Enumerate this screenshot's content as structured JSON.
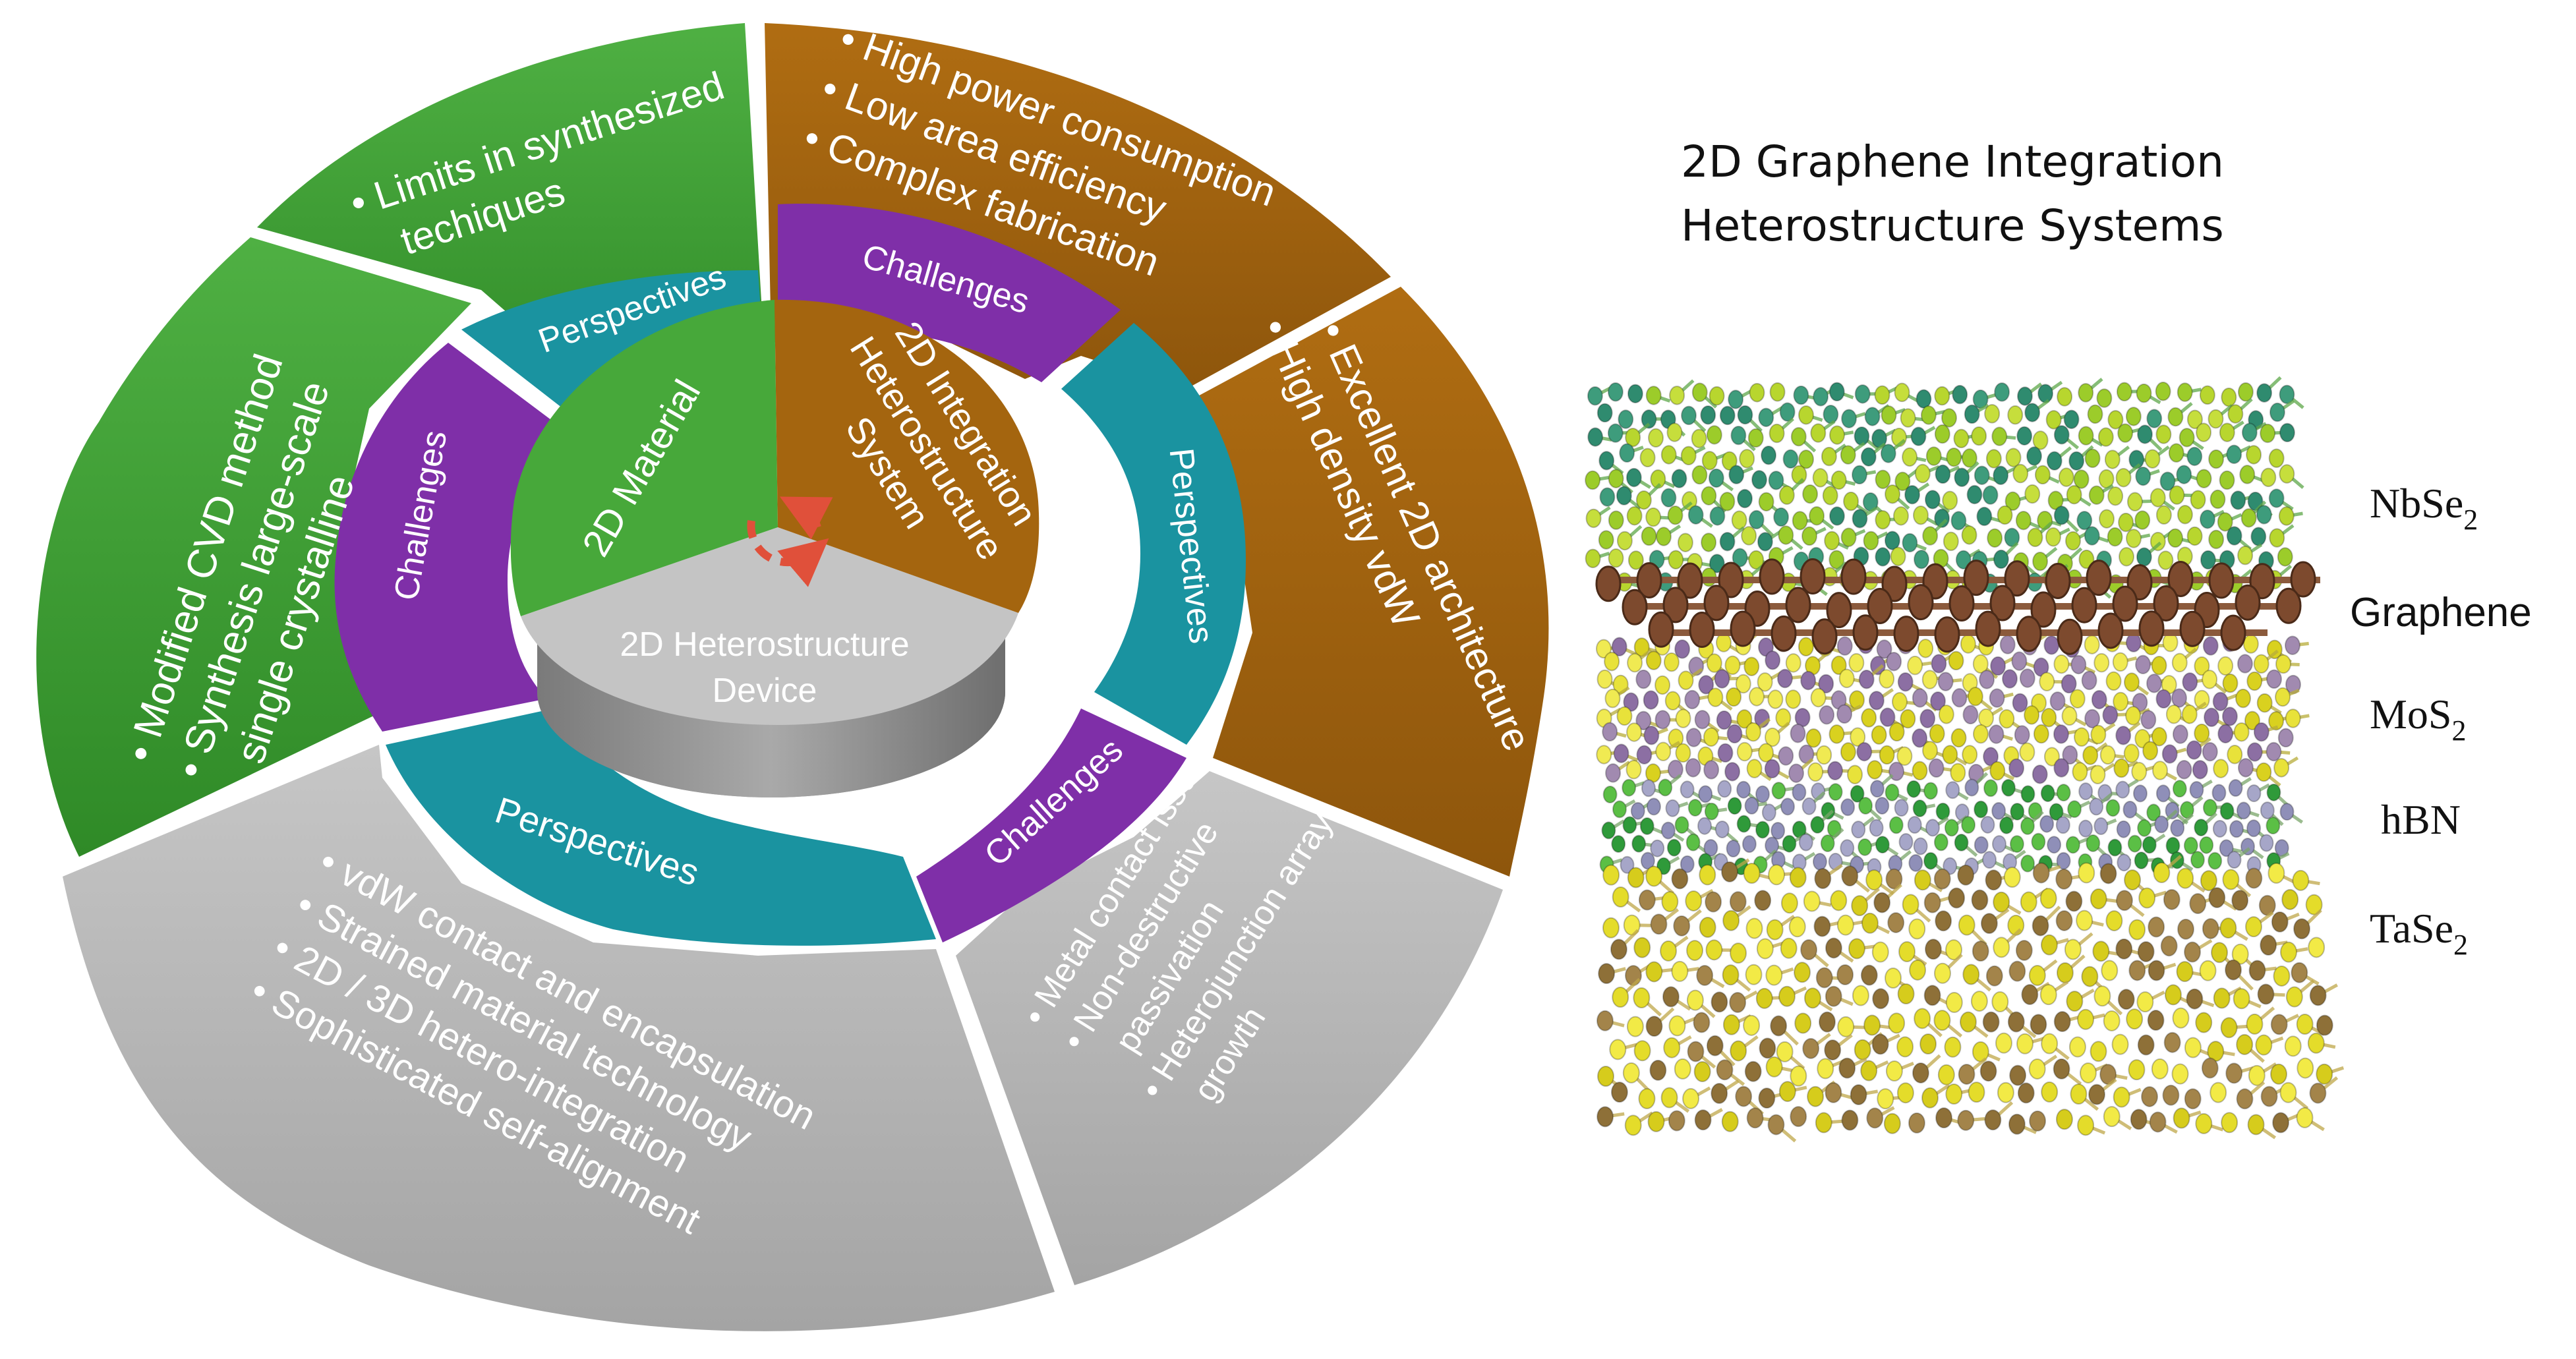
{
  "title": {
    "line1": "2D Graphene Integration",
    "line2": "Heterostructure Systems"
  },
  "center": {
    "material": "2D Material",
    "integration": [
      "2D Integration",
      "Heterostructure",
      "System"
    ],
    "device": [
      "2D Heterostructure",
      "Device"
    ]
  },
  "ring": {
    "perspectives_top": "Perspectives",
    "challenges_left": "Challenges",
    "challenges_top": "Challenges",
    "perspectives_right": "Perspectives",
    "challenges_bottom": "Challenges",
    "perspectives_bottom": "Perspectives"
  },
  "outer": {
    "green_top": [
      "• Limits in synthesized",
      "techiques"
    ],
    "green_left": [
      "• Modified CVD method",
      "• Synthesis large-scale",
      "single crystalline"
    ],
    "brown_top": [
      "• High power consumption",
      "• Low area efficiency",
      "• Complex fabrication"
    ],
    "brown_right": [
      "• Excellent 2D architecture",
      "• High density vdW"
    ],
    "gray_right": [
      "• Metal contact issue",
      "• Non-destructive",
      "passivation",
      "• Heterojunction array",
      "growth"
    ],
    "gray_bottom": [
      "• vdW contact and encapsulation",
      "• Strained material technology",
      "• 2D / 3D hetero-integration",
      "• Sophisticated self-alignment"
    ]
  },
  "layers": [
    {
      "base": "NbSe",
      "sub": "2"
    },
    {
      "base": "Graphene",
      "sub": ""
    },
    {
      "base": "MoS",
      "sub": "2"
    },
    {
      "base": "hBN",
      "sub": ""
    },
    {
      "base": "TaSe",
      "sub": "2"
    }
  ],
  "colors": {
    "green": "#3d9c32",
    "brown": "#a0620f",
    "purple": "#7f2fa8",
    "teal": "#1a93a0",
    "gray": "#b3b3b3",
    "arrow": "#e0503a"
  }
}
